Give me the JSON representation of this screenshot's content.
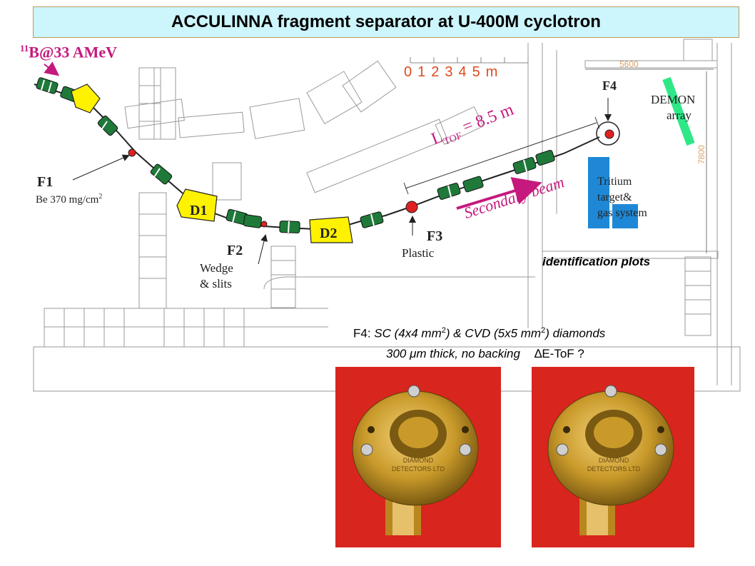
{
  "title": "ACCULINNA fragment separator at U-400M cyclotron",
  "beam": {
    "isotope_mass": "11",
    "label": "B@33 AMeV"
  },
  "scale_bar": {
    "ticks": [
      "0",
      "1",
      "2",
      "3",
      "4",
      "5"
    ],
    "unit": "m"
  },
  "dimensions": {
    "width_label": "5600",
    "height_label": "7800"
  },
  "focal_planes": {
    "f1": {
      "name": "F1",
      "detail": "Be 370 mg/cm",
      "exp": "2"
    },
    "f2": {
      "name": "F2",
      "detail_line1": "Wedge",
      "detail_line2": "& slits"
    },
    "f3": {
      "name": "F3",
      "detail": "Plastic"
    },
    "f4": {
      "name": "F4"
    }
  },
  "dipoles": [
    "D1",
    "D2"
  ],
  "ltof": {
    "prefix": "L",
    "subscript": "TOF",
    "value": " = 8.5 m"
  },
  "secondary_beam": "Secondary beam",
  "demon": {
    "line1": "DEMON",
    "line2": "array"
  },
  "tritium": {
    "line1": "Tritium",
    "line2": "target&",
    "line3": "gas system"
  },
  "identification": "identification plots",
  "caption": {
    "line1_a": "F4: ",
    "line1_b": "SC (4x4 mm",
    "line1_c": "2",
    "line1_d": ") & CVD (5x5 mm",
    "line1_e": "2",
    "line1_f": ") diamonds",
    "line2_a": "300 ",
    "line2_mu": "μ",
    "line2_b": "m thick, no backing",
    "line2_delta": "∆",
    "line2_c": "E-ToF ?"
  },
  "detector_engraving": {
    "line1": "DIAMOND",
    "line2": "DETECTORS LTD"
  },
  "colors": {
    "title_bg": "#ccf5fc",
    "magnet_green": "#1f7a3a",
    "dipole_yellow": "#fff200",
    "magenta": "#c5197d",
    "scale_red": "#e04a1c",
    "target_blue": "#1e88d6",
    "demon_green": "#2ee888",
    "photo_red": "#d8251d",
    "gold": "#c99a2a"
  }
}
